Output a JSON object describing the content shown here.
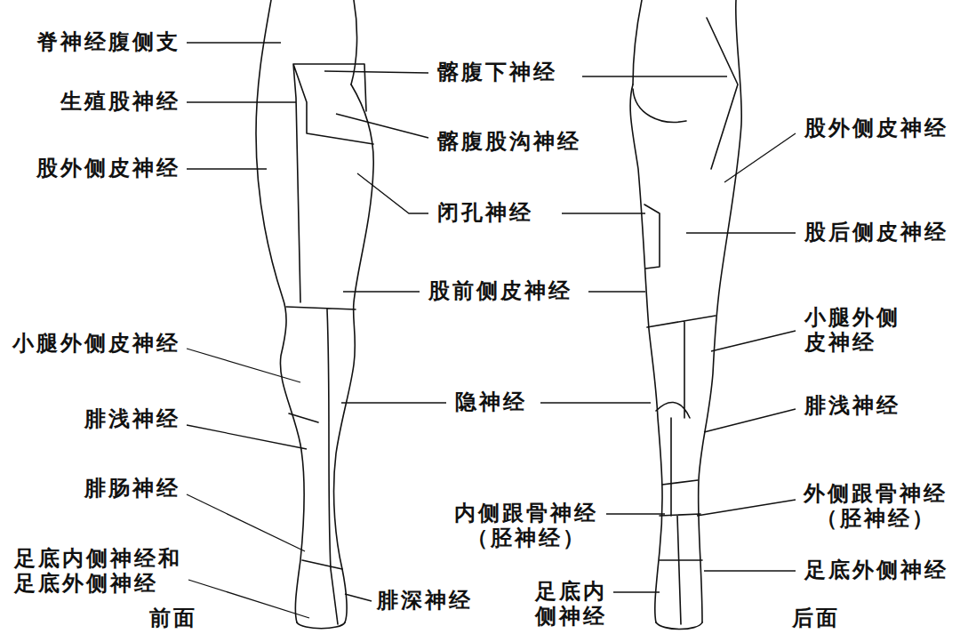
{
  "diagram": {
    "labels": [
      "脊神经腹侧支",
      "髂腹下神经",
      "生殖股神经",
      "股外侧皮神经",
      "髂腹股沟神经",
      "股外侧皮神经",
      "闭孔神经",
      "股后侧皮神经",
      "股前侧皮神经",
      "小腿外侧 皮神经",
      "小腿外侧皮神经",
      "隐神经",
      "腓浅神经",
      "腓浅神经",
      "腓肠神经",
      "外侧跟骨神经 （胫神经）",
      "内侧跟骨神经 （胫神经）",
      "足底内侧神经和 足底外侧神经",
      "足底外侧神经",
      "腓深神经",
      "足底内 侧神经",
      "前面",
      "后面"
    ]
  }
}
